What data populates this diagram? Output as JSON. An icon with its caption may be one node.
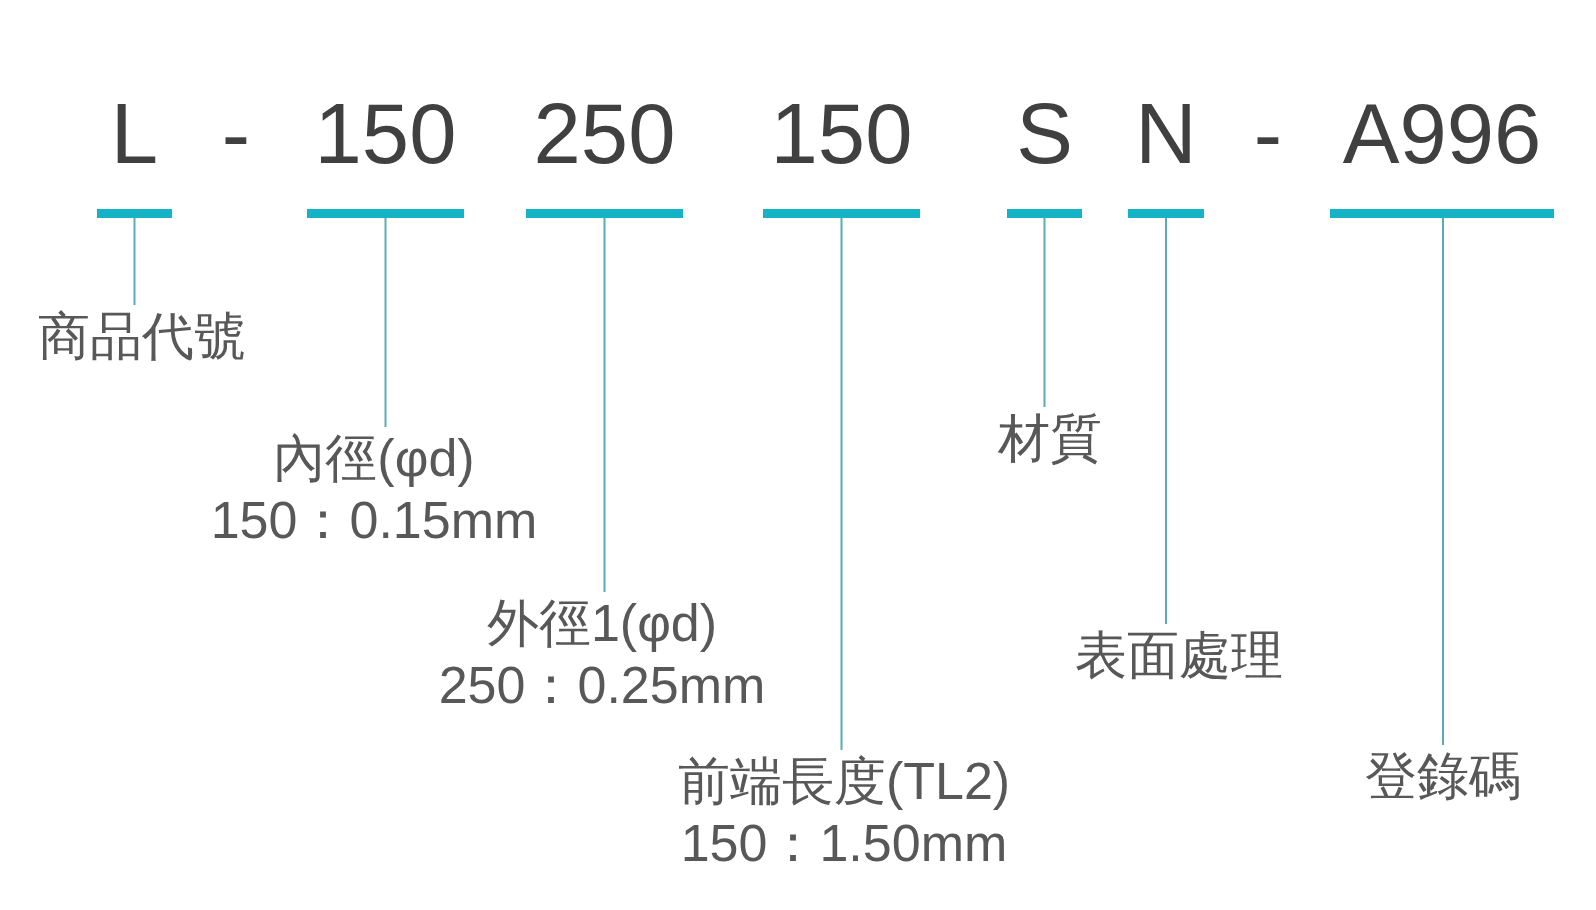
{
  "diagram": {
    "nodes": [
      {
        "text": [],
        "shape": "bar",
        "beside": [
          "L"
        ]
      },
      {
        "text": [],
        "shape": "bar",
        "beside": [
          "150"
        ]
      },
      {
        "text": [],
        "shape": "bar",
        "beside": [
          "250"
        ]
      },
      {
        "text": [],
        "shape": "bar",
        "beside": [
          "150"
        ]
      },
      {
        "text": [],
        "shape": "bar",
        "beside": [
          "S"
        ]
      },
      {
        "text": [],
        "shape": "bar",
        "beside": [
          "N"
        ]
      },
      {
        "text": [],
        "shape": "bar",
        "beside": [
          "A996"
        ]
      },
      {
        "text": [
          "商品代號"
        ]
      },
      {
        "text": [
          "內徑(φd)",
          "150：0.15mm"
        ]
      },
      {
        "text": [
          "外徑1(φd)",
          "250：0.25mm"
        ]
      },
      {
        "text": [
          "前端長度(TL2)",
          "150：1.50mm"
        ]
      },
      {
        "text": [
          "材質"
        ]
      },
      {
        "text": [
          "表面處理"
        ]
      },
      {
        "text": [
          "登錄碼"
        ]
      }
    ],
    "edges": [
      {
        "from": 7,
        "to": 0,
        "arrow": "none"
      },
      {
        "from": 8,
        "to": 1,
        "arrow": "none"
      },
      {
        "from": 9,
        "to": 2,
        "arrow": "none"
      },
      {
        "from": 10,
        "to": 3,
        "arrow": "none"
      },
      {
        "from": 11,
        "to": 4,
        "arrow": "none"
      },
      {
        "from": 12,
        "to": 5,
        "arrow": "none"
      },
      {
        "from": 13,
        "to": 6,
        "arrow": "none"
      }
    ],
    "labels": [
      "-",
      "-"
    ]
  }
}
